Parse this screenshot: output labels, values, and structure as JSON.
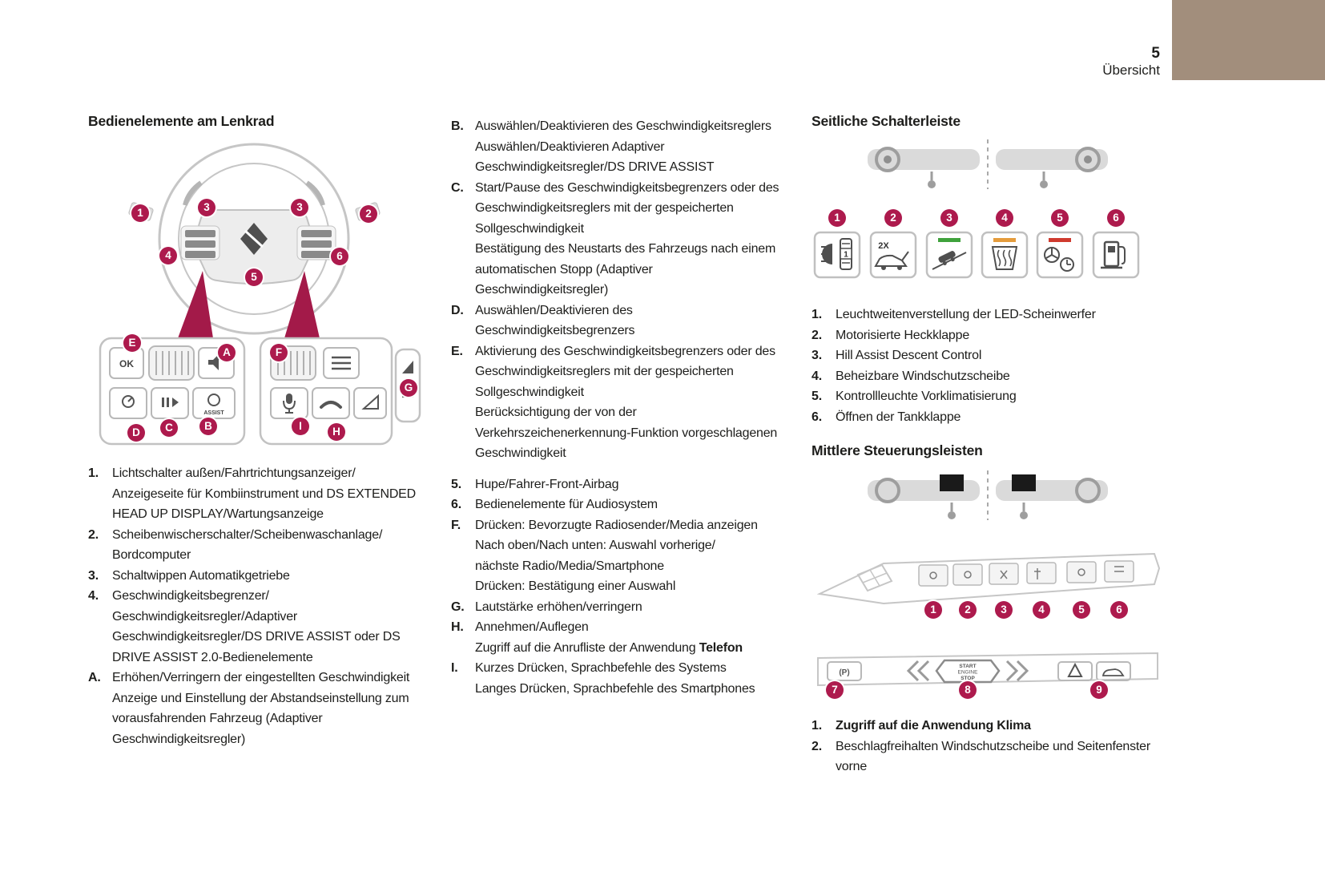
{
  "page": {
    "number": "5",
    "section": "Übersicht"
  },
  "colors": {
    "badge": "#ad1a4d",
    "beam": "#a31a49",
    "corner_block": "#a28e7c",
    "green_bar": "#3fa23c",
    "orange_bar": "#e59c3c",
    "red_bar": "#cf3a2e"
  },
  "wheel_section": {
    "heading": "Bedienelemente am Lenkrad",
    "diagram": {
      "wheel_badges": [
        "1",
        "3",
        "3",
        "2",
        "4",
        "6",
        "5"
      ],
      "pad_badges": [
        "E",
        "A",
        "F",
        "G",
        "D",
        "C",
        "B",
        "I",
        "H"
      ],
      "labels": {
        "ok": "OK",
        "assist": "ASSIST"
      }
    },
    "items": [
      {
        "marker": "1.",
        "text": "Lichtschalter außen/Fahrtrichtungsanzeiger/\nAnzeigeseite für Kombiinstrument und DS EXTENDED HEAD UP DISPLAY/Wartungsanzeige"
      },
      {
        "marker": "2.",
        "text": "Scheibenwischerschalter/Scheibenwaschanlage/\nBordcomputer"
      },
      {
        "marker": "3.",
        "text": "Schaltwippen Automatikgetriebe"
      },
      {
        "marker": "4.",
        "text": "Geschwindigkeitsbegrenzer/\nGeschwindigkeitsregler/Adaptiver Geschwindigkeitsregler/DS DRIVE ASSIST oder DS DRIVE ASSIST 2.0-Bedienelemente"
      },
      {
        "marker": "A.",
        "text": "Erhöhen/Verringern der eingestellten Geschwindigkeit\nAnzeige und Einstellung der Abstandseinstellung zum vorausfahrenden Fahrzeug (Adaptiver Geschwindigkeitsregler)"
      }
    ]
  },
  "middle_column": {
    "items": [
      {
        "marker": "B.",
        "text": "Auswählen/Deaktivieren des Geschwindigkeitsreglers\nAuswählen/Deaktivieren Adaptiver Geschwindigkeitsregler/DS DRIVE ASSIST"
      },
      {
        "marker": "C.",
        "text": "Start/Pause des Geschwindigkeitsbegrenzers oder des Geschwindigkeitsreglers mit der gespeicherten Sollgeschwindigkeit\nBestätigung des Neustarts des Fahrzeugs nach einem automatischen Stopp (Adaptiver Geschwindigkeitsregler)"
      },
      {
        "marker": "D.",
        "text": "Auswählen/Deaktivieren des Geschwindigkeitsbegrenzers"
      },
      {
        "marker": "E.",
        "text": "Aktivierung des Geschwindigkeitsbegrenzers oder des Geschwindigkeitsreglers mit der gespeicherten Sollgeschwindigkeit\nBerücksichtigung der von der Verkehrszeichenerkennung-Funktion vorgeschlagenen Geschwindigkeit"
      },
      {
        "marker": "5.",
        "text": "Hupe/Fahrer-Front-Airbag"
      },
      {
        "marker": "6.",
        "text": "Bedienelemente für Audiosystem"
      },
      {
        "marker": "F.",
        "text": "Drücken: Bevorzugte Radiosender/Media anzeigen\nNach oben/Nach unten: Auswahl vorherige/\nnächste Radio/Media/Smartphone\nDrücken: Bestätigung einer Auswahl"
      },
      {
        "marker": "G.",
        "text": "Lautstärke erhöhen/verringern"
      },
      {
        "marker": "H.",
        "text": "Annehmen/Auflegen\nZugriff auf die Anrufliste der Anwendung ",
        "bold_suffix": "Telefon"
      },
      {
        "marker": "I.",
        "text": "Kurzes Drücken, Sprachbefehle des Systems\nLanges Drücken, Sprachbefehle des Smartphones"
      }
    ]
  },
  "side_panel_section": {
    "heading": "Seitliche Schalterleiste",
    "diagram": {
      "badges": [
        "1",
        "2",
        "3",
        "4",
        "5",
        "6"
      ],
      "labels": {
        "tailgate": "2X",
        "leveling_digit": "1"
      }
    },
    "items": [
      {
        "marker": "1.",
        "text": "Leuchtweitenverstellung der LED-Scheinwerfer"
      },
      {
        "marker": "2.",
        "text": "Motorisierte Heckklappe"
      },
      {
        "marker": "3.",
        "text": "Hill Assist Descent Control"
      },
      {
        "marker": "4.",
        "text": "Beheizbare Windschutzscheibe"
      },
      {
        "marker": "5.",
        "text": "Kontrollleuchte Vorklimatisierung"
      },
      {
        "marker": "6.",
        "text": "Öffnen der Tankklappe"
      }
    ]
  },
  "center_strips_section": {
    "heading": "Mittlere Steuerungsleisten",
    "diagram": {
      "strip_badges": [
        "1",
        "2",
        "3",
        "4",
        "5",
        "6"
      ],
      "lower_badges": [
        "7",
        "8",
        "9"
      ],
      "labels": {
        "park": "(P)",
        "start_top": "START",
        "start_mid": "ENGINE",
        "start_bot": "STOP"
      }
    },
    "items": [
      {
        "marker": "1.",
        "text": "Zugriff auf die Anwendung Klima"
      },
      {
        "marker": "2.",
        "text": "Beschlagfreihalten Windschutzscheibe und Seitenfenster vorne"
      }
    ]
  }
}
